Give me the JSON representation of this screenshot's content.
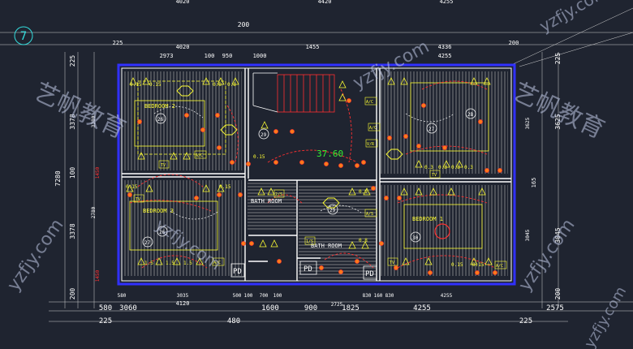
{
  "colors": {
    "background": "#1f2430",
    "wall": "#ffffff",
    "dimension": "#ffffff",
    "wiring": "#ff3030",
    "label": "#ffff33",
    "frame": "#3030ff",
    "hatch": "#c8c8c8",
    "center_value": "#33ee33",
    "grid_marker": "#33dddd",
    "watermark": "#bfc8e6"
  },
  "grid_marker": "7",
  "top_dims": {
    "row1": [
      "4020",
      "4420",
      "4255"
    ],
    "row2": [
      "200"
    ],
    "row3": [
      "225",
      "4020",
      "1455",
      "4336",
      "200"
    ],
    "row4": [
      "2973",
      "100",
      "950",
      "1000",
      "4255"
    ]
  },
  "left_dims": {
    "outer": [
      "225",
      "7280",
      "200"
    ],
    "inner": [
      "3378",
      "100",
      "3378"
    ],
    "innermost": [
      "3380",
      "1450",
      "2780",
      "1450"
    ]
  },
  "right_dims": {
    "outer": [
      "225",
      "3625",
      "165",
      "3045",
      "200"
    ],
    "inner": [
      "3625",
      "3045"
    ]
  },
  "bottom_dims": {
    "row1": [
      "580",
      "3035",
      "500",
      "100",
      "700",
      "100",
      "2725",
      "830",
      "160",
      "830",
      "4255"
    ],
    "row2": [
      "3060",
      "4120",
      "1600",
      "900",
      "1825",
      "4255"
    ],
    "row3": [
      "225",
      "480",
      "2575"
    ]
  },
  "rooms": [
    {
      "name": "BEDROOM 2"
    },
    {
      "name": "BEDROOM 3"
    },
    {
      "name": "BEDROOM 1"
    },
    {
      "name": "BATH ROOM"
    },
    {
      "name": "BATH ROOM"
    }
  ],
  "pd_labels": [
    "PD",
    "PD",
    "PD"
  ],
  "center_value": "37.60",
  "fixture_values": [
    "0.15",
    "0.15",
    "0.8",
    "0.8",
    "0.15",
    "0.3",
    "0.3",
    "0.3",
    "0.3",
    "0.15",
    "0.15",
    "1.5",
    "1.5",
    "1.5",
    "0.15",
    "0.15",
    "0.9",
    "0.8"
  ],
  "fixture_tags": [
    "A/C",
    "A/C",
    "A/C",
    "A/C",
    "TV",
    "TV",
    "TV",
    "TV",
    "V/R",
    "A/S",
    "A/C",
    "2/S",
    "1/S"
  ],
  "lights": [
    "26",
    "26",
    "29",
    "29",
    "27",
    "30",
    "27",
    "2B"
  ],
  "watermark": {
    "brand": "艺帆教育",
    "url": "yzfjy.com"
  }
}
